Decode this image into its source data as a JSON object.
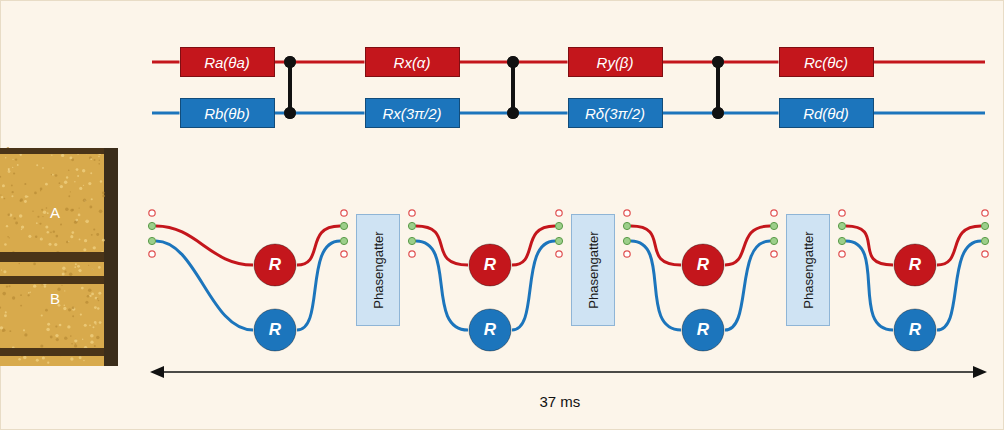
{
  "diagram": {
    "nodes": [
      {
        "text": [
          "Ra(θa)"
        ]
      },
      {
        "text": [
          "Rb(θb)"
        ]
      },
      {
        "text": [
          "Rx(α)"
        ]
      },
      {
        "text": [
          "Rx(3π/2)"
        ]
      },
      {
        "text": [
          "Ry(β)"
        ]
      },
      {
        "text": [
          "Rδ(3π/2)"
        ]
      },
      {
        "text": [
          "Rc(θc)"
        ]
      },
      {
        "text": [
          "Rd(θd)"
        ]
      },
      {
        "text": [
          "R"
        ]
      },
      {
        "text": [
          "R"
        ]
      },
      {
        "text": [
          "Phasengatter"
        ]
      },
      {
        "text": [
          "R"
        ]
      },
      {
        "text": [
          "R"
        ]
      },
      {
        "text": [
          "Phasengatter"
        ]
      },
      {
        "text": [
          "R"
        ]
      },
      {
        "text": [
          "R"
        ]
      },
      {
        "text": [
          "Phasengatter"
        ]
      },
      {
        "text": [
          "R"
        ]
      },
      {
        "text": [
          "R"
        ]
      }
    ],
    "edges": [
      {
        "from": 0,
        "to": 2,
        "arrow": "none"
      },
      {
        "from": 2,
        "to": 4,
        "arrow": "none"
      },
      {
        "from": 4,
        "to": 6,
        "arrow": "none"
      },
      {
        "from": 1,
        "to": 3,
        "arrow": "none"
      },
      {
        "from": 3,
        "to": 5,
        "arrow": "none"
      },
      {
        "from": 5,
        "to": 7,
        "arrow": "none"
      }
    ],
    "labels": [
      "A",
      "B",
      "37 ms"
    ]
  }
}
